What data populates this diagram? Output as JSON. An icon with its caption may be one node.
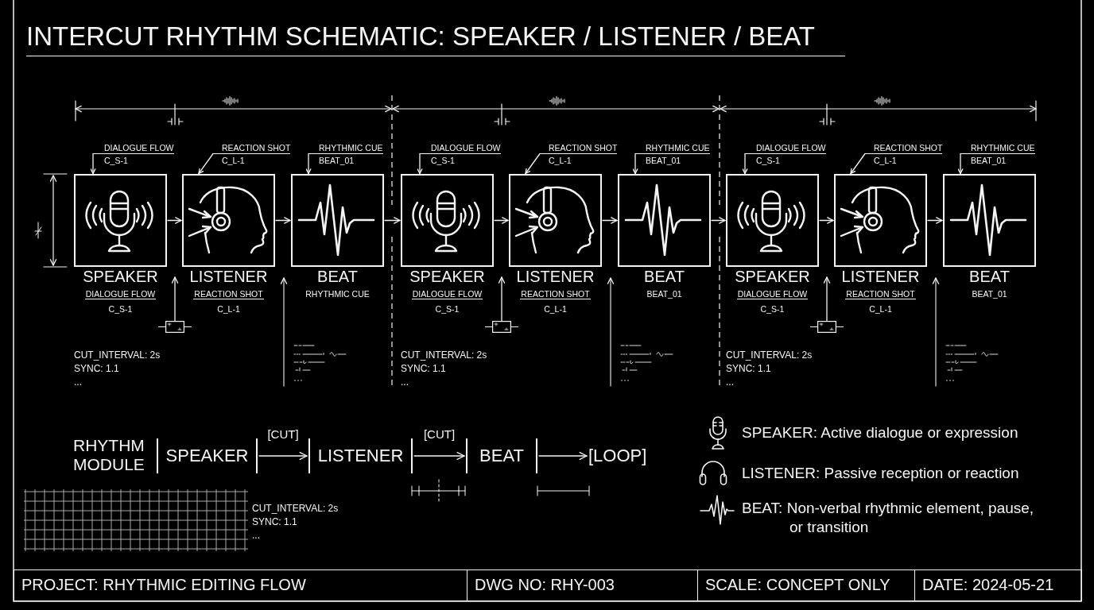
{
  "diagram": {
    "title": "INTERCUT RHYTHM SCHEMATIC: SPEAKER / LISTENER / BEAT",
    "nodes": [
      {
        "text": [
          "DIALOGUE FLOW",
          "C_S-1"
        ]
      },
      {
        "text": [
          "REACTION SHOT",
          "C_L-1"
        ]
      },
      {
        "text": [
          "RHYTHMIC CUE",
          "BEAT_01"
        ]
      },
      {
        "text": [
          "DIALOGUE FLOW",
          "C_S-1"
        ]
      },
      {
        "text": [
          "REACTION SHOT",
          "C_L-1"
        ]
      },
      {
        "text": [
          "RHYTHMIC CUE",
          "BEAT_01"
        ]
      },
      {
        "text": [
          "DIALOGUE FLOW",
          "C_S-1"
        ]
      },
      {
        "text": [
          "REACTION SHOT",
          "C_L-1"
        ]
      },
      {
        "text": [
          "RHYTHMIC CUE",
          "BEAT_01"
        ]
      },
      {
        "text": [
          "SPEAKER",
          "DIALOGUE FLOW",
          "C_S-1"
        ]
      },
      {
        "text": [
          "LISTENER",
          "REACTION SHOT",
          "C_L-1"
        ]
      },
      {
        "text": [
          "BEAT",
          "RHYTHMIC CUE"
        ]
      },
      {
        "text": [
          "SPEAKER",
          "DIALOGUE FLOW",
          "C_S-1"
        ]
      },
      {
        "text": [
          "LISTENER",
          "REACTION SHOT",
          "C_L-1"
        ]
      },
      {
        "text": [
          "BEAT",
          "BEAT_01"
        ]
      },
      {
        "text": [
          "SPEAKER",
          "DIALOGUE FLOW",
          "C_S-1"
        ]
      },
      {
        "text": [
          "LISTENER",
          "REACTION SHOT",
          "C_L-1"
        ]
      },
      {
        "text": [
          "BEAT",
          "BEAT_01"
        ]
      },
      {
        "text": [],
        "shape": "box"
      },
      {
        "text": [],
        "shape": "box"
      },
      {
        "text": [],
        "shape": "box"
      },
      {
        "text": [
          "SPEAKER"
        ]
      },
      {
        "text": [
          "LISTENER"
        ]
      },
      {
        "text": [
          "BEAT"
        ]
      },
      {
        "text": [
          "[LOOP]"
        ]
      }
    ],
    "edges": [
      {
        "from": 0,
        "to": 9,
        "arrow": "to"
      },
      {
        "from": 1,
        "to": 10,
        "arrow": "to"
      },
      {
        "from": 2,
        "to": 11,
        "arrow": "to"
      },
      {
        "from": 3,
        "to": 12,
        "arrow": "to"
      },
      {
        "from": 4,
        "to": 13,
        "arrow": "to"
      },
      {
        "from": 5,
        "to": 14,
        "arrow": "to"
      },
      {
        "from": 6,
        "to": 15,
        "arrow": "to"
      },
      {
        "from": 7,
        "to": 16,
        "arrow": "to"
      },
      {
        "from": 8,
        "to": 17,
        "arrow": "to"
      },
      {
        "from": 9,
        "to": 10,
        "arrow": "to"
      },
      {
        "from": 10,
        "to": 11,
        "arrow": "to"
      },
      {
        "from": 11,
        "to": 12,
        "arrow": "to"
      },
      {
        "from": 12,
        "to": 13,
        "arrow": "to"
      },
      {
        "from": 13,
        "to": 14,
        "arrow": "to"
      },
      {
        "from": 14,
        "to": 15,
        "arrow": "to"
      },
      {
        "from": 15,
        "to": 16,
        "arrow": "to"
      },
      {
        "from": 16,
        "to": 17,
        "arrow": "to"
      },
      {
        "from": 18,
        "to": 9,
        "arrow": "to"
      },
      {
        "from": 19,
        "to": 12,
        "arrow": "to"
      },
      {
        "from": 20,
        "to": 15,
        "arrow": "to"
      },
      {
        "from": 21,
        "to": 22,
        "arrow": "to",
        "label": "[CUT]"
      },
      {
        "from": 22,
        "to": 23,
        "arrow": "to",
        "label": "[CUT]"
      },
      {
        "from": 23,
        "to": 24,
        "arrow": "to"
      },
      {
        "from": null,
        "to": 10,
        "arrow": "to"
      },
      {
        "from": null,
        "to": 13,
        "arrow": "to"
      },
      {
        "from": null,
        "to": 16,
        "arrow": "to"
      }
    ],
    "labels": [
      "CUT_INTERVAL: 2s",
      "SYNC: 1.1",
      "...",
      "CUT_INTERVAL: 2s",
      "SYNC: 1.1",
      "...",
      "CUT_INTERVAL: 2s",
      "SYNC: 1.1",
      "...",
      "RHYTHM MODULE",
      "CUT_INTERVAL: 2s",
      "SYNC: 1.1",
      "...",
      "PROJECT: RHYTHMIC EDITING FLOW",
      "DWG NO: RHY-003",
      "SCALE: CONCEPT ONLY",
      "DATE: 2024-05-21"
    ],
    "legend": [
      {
        "text": "SPEAKER: Active dialogue or expression"
      },
      {
        "text": "LISTENER: Passive reception or reaction"
      },
      {
        "text": "BEAT: Non-verbal rhythmic element, pause, or transition"
      }
    ]
  }
}
